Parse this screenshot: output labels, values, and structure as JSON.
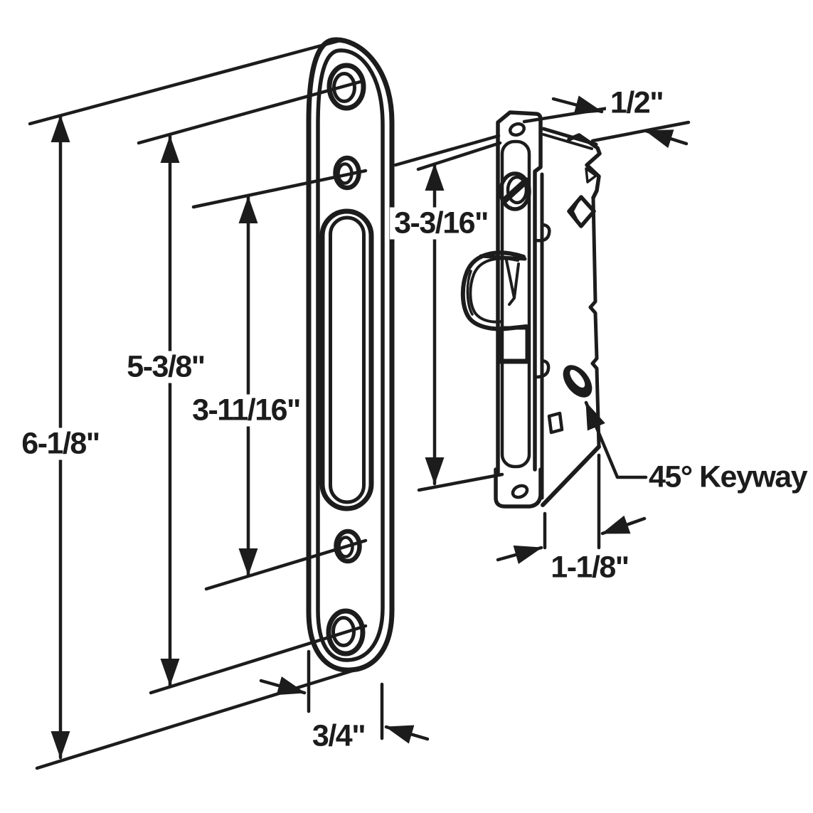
{
  "diagram": {
    "type": "technical line drawing",
    "subject": "sliding-door mortise lock with strike/faceplate, dimensioned",
    "colors": {
      "line": "#1c1c1c",
      "background": "#ffffff"
    },
    "labels": {
      "plate_height": "6-1/8\"",
      "screw_hole_spacing": "5-3/8\"",
      "small_hole_spacing": "3-11/16\"",
      "lock_faceplate_height": "3-3/16\"",
      "top_offset": "1/2\"",
      "lock_body_depth": "1-1/8\"",
      "plate_width": "3/4\"",
      "keyway_note": "45° Keyway"
    }
  }
}
